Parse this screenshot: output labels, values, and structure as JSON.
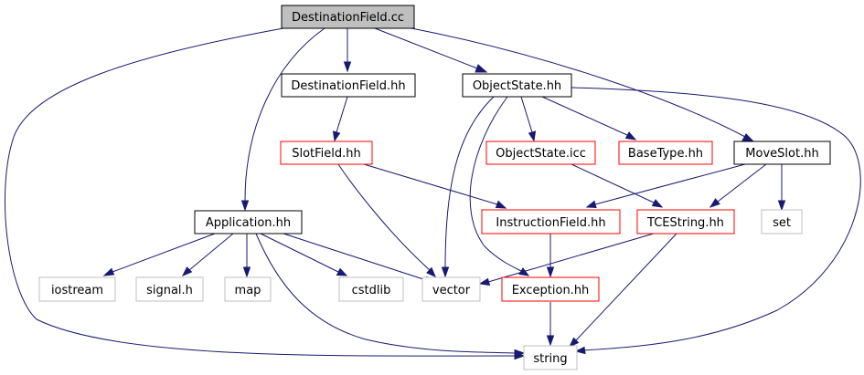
{
  "colors": {
    "edge": "#191970",
    "border_black": "#000000",
    "border_red": "#ff0000",
    "border_gray": "#bfbfbf",
    "fill_gray": "#bfbfbf",
    "fill_white": "#ffffff"
  },
  "nodes": {
    "destfield_cc": {
      "label": "DestinationField.cc",
      "style": "root"
    },
    "destfield_hh": {
      "label": "DestinationField.hh",
      "style": "black"
    },
    "objstate_hh": {
      "label": "ObjectState.hh",
      "style": "black"
    },
    "slotfield_hh": {
      "label": "SlotField.hh",
      "style": "red"
    },
    "objstate_icc": {
      "label": "ObjectState.icc",
      "style": "red"
    },
    "basetype_hh": {
      "label": "BaseType.hh",
      "style": "red"
    },
    "moveslot_hh": {
      "label": "MoveSlot.hh",
      "style": "black"
    },
    "application_hh": {
      "label": "Application.hh",
      "style": "black"
    },
    "instrfield_hh": {
      "label": "InstructionField.hh",
      "style": "red"
    },
    "tcestring_hh": {
      "label": "TCEString.hh",
      "style": "red"
    },
    "set": {
      "label": "set",
      "style": "gray"
    },
    "iostream": {
      "label": "iostream",
      "style": "gray"
    },
    "signal_h": {
      "label": "signal.h",
      "style": "gray"
    },
    "map": {
      "label": "map",
      "style": "gray"
    },
    "cstdlib": {
      "label": "cstdlib",
      "style": "gray"
    },
    "vector": {
      "label": "vector",
      "style": "gray"
    },
    "exception_hh": {
      "label": "Exception.hh",
      "style": "red"
    },
    "string": {
      "label": "string",
      "style": "gray"
    }
  },
  "edges": [
    [
      "destfield_cc",
      "destfield_hh"
    ],
    [
      "destfield_cc",
      "objstate_hh"
    ],
    [
      "destfield_cc",
      "application_hh"
    ],
    [
      "destfield_cc",
      "moveslot_hh"
    ],
    [
      "destfield_cc",
      "string"
    ],
    [
      "destfield_hh",
      "slotfield_hh"
    ],
    [
      "objstate_hh",
      "objstate_icc"
    ],
    [
      "objstate_hh",
      "basetype_hh"
    ],
    [
      "objstate_hh",
      "vector"
    ],
    [
      "objstate_hh",
      "exception_hh"
    ],
    [
      "objstate_hh",
      "string"
    ],
    [
      "slotfield_hh",
      "instrfield_hh"
    ],
    [
      "slotfield_hh",
      "vector"
    ],
    [
      "objstate_icc",
      "tcestring_hh"
    ],
    [
      "moveslot_hh",
      "instrfield_hh"
    ],
    [
      "moveslot_hh",
      "tcestring_hh"
    ],
    [
      "moveslot_hh",
      "set"
    ],
    [
      "application_hh",
      "iostream"
    ],
    [
      "application_hh",
      "signal_h"
    ],
    [
      "application_hh",
      "map"
    ],
    [
      "application_hh",
      "cstdlib"
    ],
    [
      "application_hh",
      "vector"
    ],
    [
      "application_hh",
      "string"
    ],
    [
      "instrfield_hh",
      "exception_hh"
    ],
    [
      "tcestring_hh",
      "vector"
    ],
    [
      "tcestring_hh",
      "string"
    ],
    [
      "exception_hh",
      "string"
    ]
  ]
}
